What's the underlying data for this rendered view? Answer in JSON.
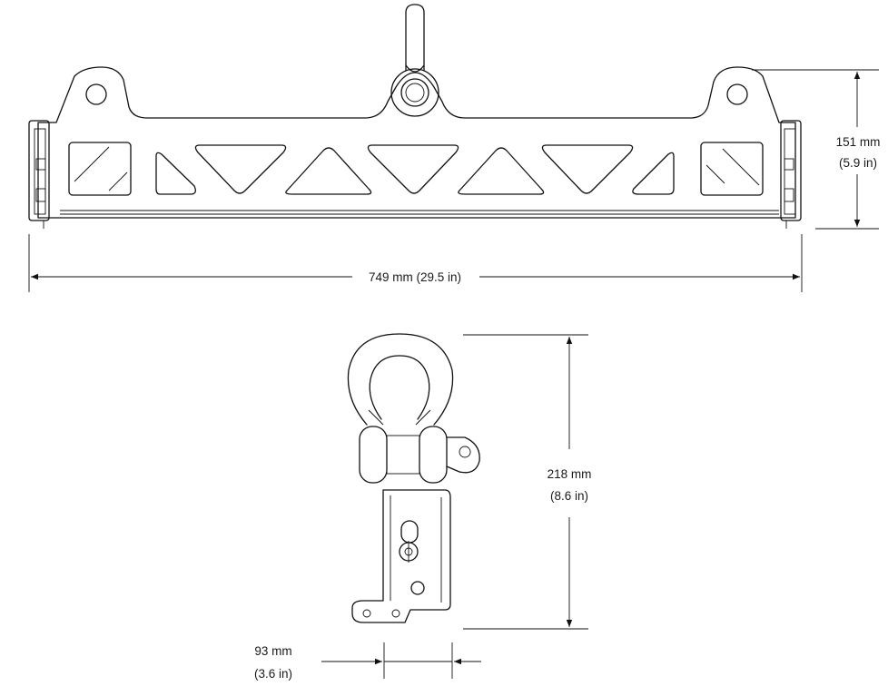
{
  "drawing": {
    "dimensions": {
      "beam_width": {
        "mm": "749 mm",
        "in": "(29.5 in)"
      },
      "beam_height": {
        "mm": "151 mm",
        "in": "(5.9 in)"
      },
      "side_height": {
        "mm": "218 mm",
        "in": "(8.6 in)"
      },
      "side_depth": {
        "mm": "93 mm",
        "in": "(3.6 in)"
      }
    },
    "views": [
      "front-view",
      "side-view"
    ],
    "line_color": "#111111",
    "background": "#ffffff"
  }
}
